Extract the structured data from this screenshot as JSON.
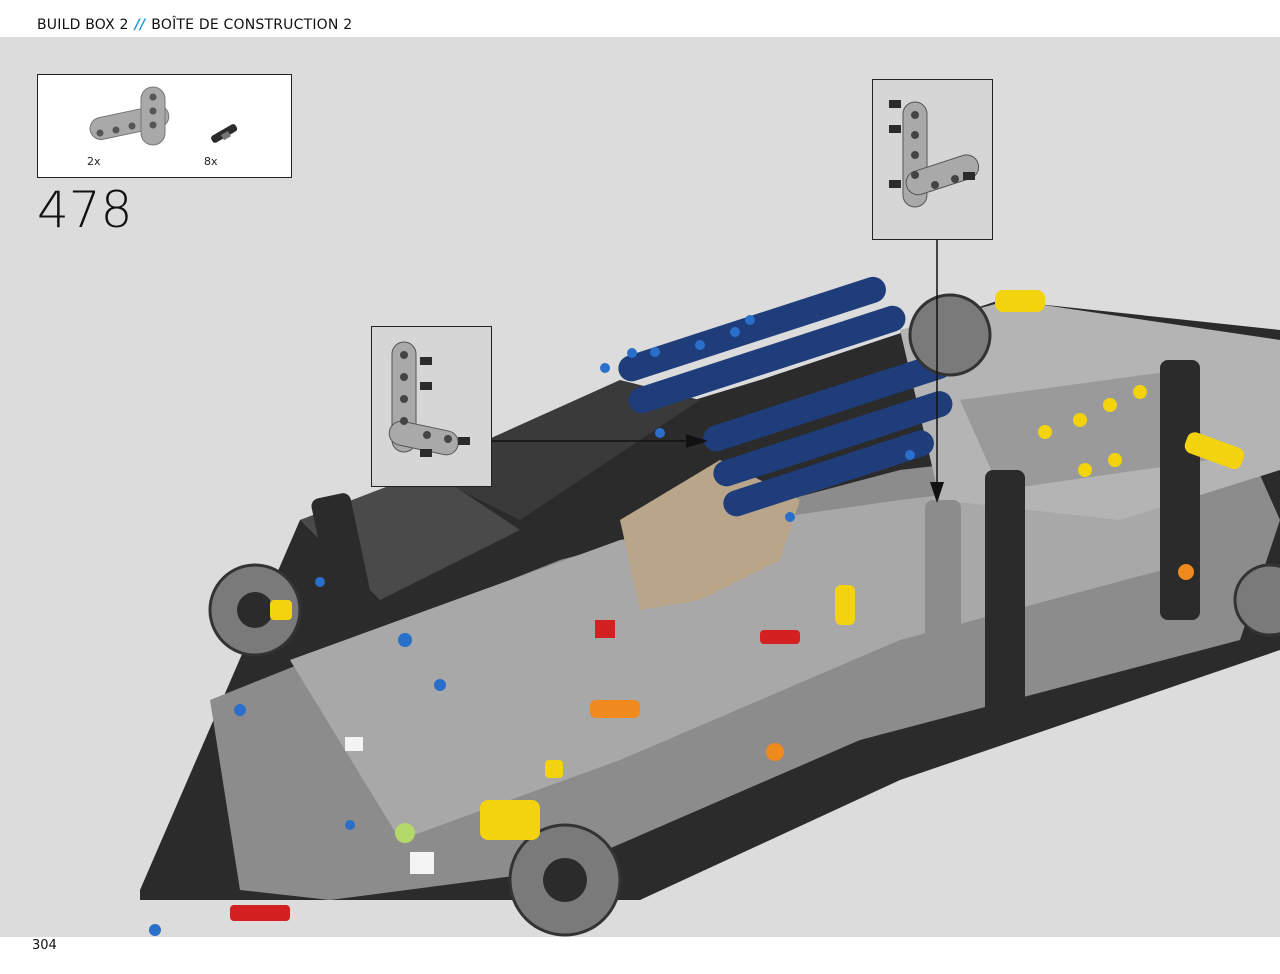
{
  "header": {
    "build_box_en": "BUILD BOX 2",
    "separator": "//",
    "build_box_fr": "BOÎTE DE CONSTRUCTION 2"
  },
  "parts_list": [
    {
      "name": "l-shaped-liftarm",
      "quantity": "2x"
    },
    {
      "name": "connector-pin",
      "quantity": "8x"
    }
  ],
  "step": {
    "number": "478"
  },
  "page": {
    "number": "304"
  },
  "colors": {
    "background": "#dcdcdc",
    "accent": "#1a9ad9",
    "part_blue": "#1f3d7a",
    "part_yellow": "#f3d20e",
    "part_tan": "#b8a58a",
    "part_dark": "#2b2b2b"
  }
}
